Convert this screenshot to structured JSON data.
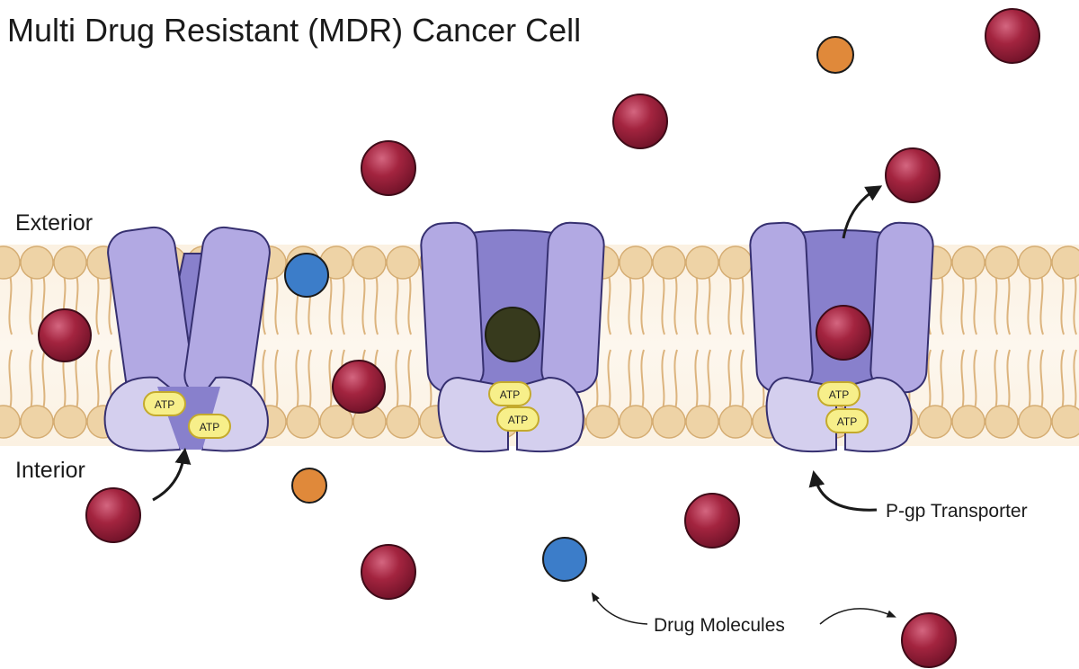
{
  "title": "Multi Drug Resistant (MDR) Cancer Cell",
  "labels": {
    "exterior": "Exterior",
    "interior": "Interior",
    "transporter": "P-gp Transporter",
    "drug_molecules": "Drug Molecules"
  },
  "atp_label": "ATP",
  "colors": {
    "membrane_head": "#eed3a6",
    "membrane_head_stroke": "#d5ad73",
    "membrane_tail": "#dcb47e",
    "protein_light": "#b2a9e3",
    "protein_dark": "#8880cc",
    "protein_nbd": "#d4cfee",
    "protein_stroke": "#363070",
    "atp_fill": "#f7ef8a",
    "atp_stroke": "#c4aa2c",
    "drug_red": "#a3243f",
    "drug_blue": "#3c7dc9",
    "drug_orange": "#e0893a",
    "drug_dark": "#373a1d"
  }
}
